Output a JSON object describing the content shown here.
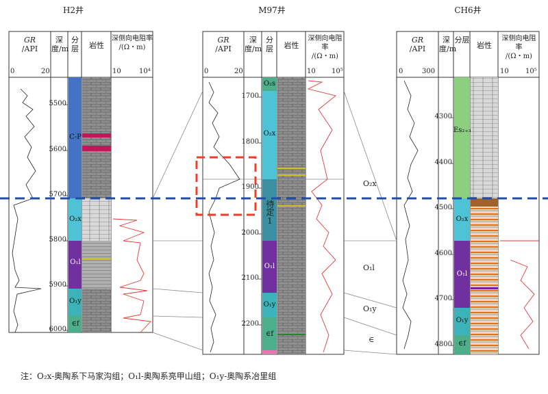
{
  "wells": [
    {
      "name": "H2井",
      "gr_header": {
        "label": "GR",
        "unit": "/API",
        "min": "0",
        "max": "20"
      },
      "depth_header": "深度/m",
      "layer_header": "分层",
      "lith_header": "岩性",
      "res_header": {
        "label": "深侧向电阻率",
        "unit": "/(Ω・m)",
        "min": "10",
        "max": "10⁴"
      },
      "depth_ticks": [
        "5500",
        "5600",
        "5700",
        "5800",
        "5900",
        "6000"
      ],
      "zones": [
        "C-P",
        "O₂x",
        "O₁l",
        "O₁y",
        "∈f"
      ]
    },
    {
      "name": "M97井",
      "gr_header": {
        "label": "GR",
        "unit": "/API",
        "min": "0",
        "max": "20"
      },
      "depth_header": "深度/m",
      "layer_header": "分层",
      "lith_header": "岩性",
      "res_header": {
        "label": "深侧向电阻率",
        "unit": "/(Ω・m)",
        "min": "10",
        "max": "10⁵"
      },
      "depth_ticks": [
        "1700",
        "1800",
        "1900",
        "2000",
        "2100",
        "2200"
      ],
      "zones": [
        "O₂s",
        "O₂x",
        "待定1",
        "O₁l",
        "O₁y",
        "∈f"
      ]
    },
    {
      "name": "CH6井",
      "gr_header": {
        "label": "GR",
        "unit": "/API",
        "min": "0",
        "max": "300"
      },
      "depth_header": "深度/m",
      "layer_header": "分层",
      "lith_header": "岩性",
      "res_header": {
        "label": "深侧向电阻率",
        "unit": "/(Ω・m)",
        "min": "10",
        "max": "10⁵"
      },
      "depth_ticks": [
        "4300",
        "4400",
        "4500",
        "4600",
        "4700",
        "4800"
      ],
      "zones": [
        "Es₂₊₃",
        "O₂x",
        "O₁l",
        "O₁y",
        "∈f"
      ]
    }
  ],
  "correlation_labels": [
    "O₂x",
    "O₁l",
    "O₁y",
    "∈"
  ],
  "note": "注：O₂x-奥陶系下马家沟组；O₁l-奥陶系亮甲山组；O₁y-奥陶系冶里组",
  "colors": {
    "C-P": "#4472c4",
    "O2x": "#4fc3d6",
    "O1l": "#7030a0",
    "O1y": "#3bb3b8",
    "Ef": "#4caf8a",
    "O2s": "#4caf8a",
    "pending": "#3a8fa0",
    "Es": "#8ccf7e",
    "resistivity": "#e53935",
    "dash_blue": "#1f4eaa",
    "dash_red": "#f03c28"
  }
}
